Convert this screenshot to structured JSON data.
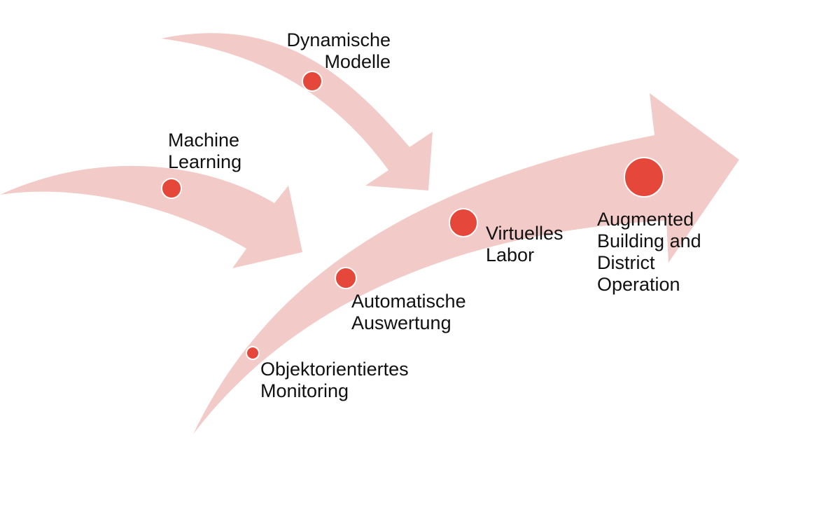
{
  "colors": {
    "arrow_fill": "#f2cbc8",
    "dot_fill": "#e5473a",
    "dot_stroke": "#ffffff",
    "text": "#111111"
  },
  "arrows": [
    {
      "name": "arrow-dynamische-modelle"
    },
    {
      "name": "arrow-machine-learning"
    },
    {
      "name": "arrow-main-timeline"
    }
  ],
  "milestones": [
    {
      "name": "milestone-dynamische-modelle",
      "lines": [
        "Dynamische",
        "Modelle"
      ]
    },
    {
      "name": "milestone-machine-learning",
      "lines": [
        "Machine",
        "Learning"
      ]
    },
    {
      "name": "milestone-objektorientiertes-monitoring",
      "lines": [
        "Objektorientiertes",
        "Monitoring"
      ]
    },
    {
      "name": "milestone-automatische-auswertung",
      "lines": [
        "Automatische",
        "Auswertung"
      ]
    },
    {
      "name": "milestone-virtuelles-labor",
      "lines": [
        "Virtuelles",
        "Labor"
      ]
    },
    {
      "name": "milestone-augmented-building",
      "lines": [
        "Augmented",
        "Building and",
        "District",
        "Operation"
      ]
    }
  ]
}
